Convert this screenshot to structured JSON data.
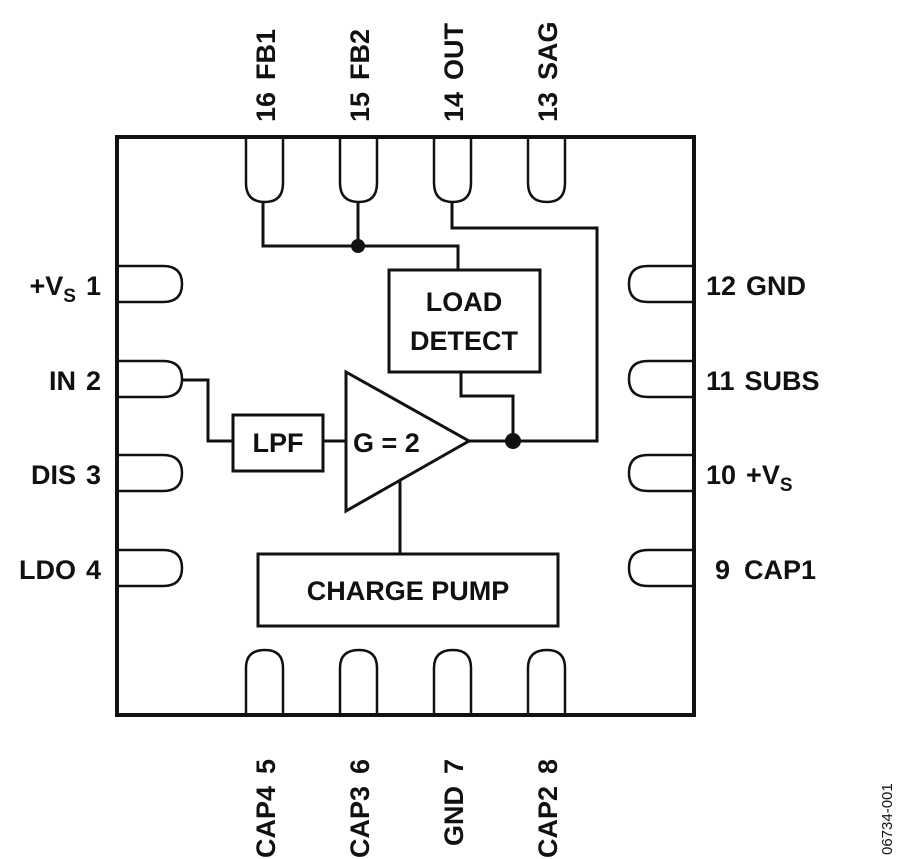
{
  "figure_id": "06734-001",
  "pins": {
    "left": [
      {
        "number": "1",
        "name": "+V",
        "subscript": "S"
      },
      {
        "number": "2",
        "name": "IN",
        "subscript": ""
      },
      {
        "number": "3",
        "name": "DIS",
        "subscript": ""
      },
      {
        "number": "4",
        "name": "LDO",
        "subscript": ""
      }
    ],
    "bottom": [
      {
        "number": "5",
        "name": "CAP4"
      },
      {
        "number": "6",
        "name": "CAP3"
      },
      {
        "number": "7",
        "name": "GND"
      },
      {
        "number": "8",
        "name": "CAP2"
      }
    ],
    "right": [
      {
        "number": "9",
        "name": "CAP1",
        "subscript": ""
      },
      {
        "number": "10",
        "name": "+V",
        "subscript": "S"
      },
      {
        "number": "11",
        "name": "SUBS",
        "subscript": ""
      },
      {
        "number": "12",
        "name": "GND",
        "subscript": ""
      }
    ],
    "top": [
      {
        "number": "13",
        "name": "SAG"
      },
      {
        "number": "14",
        "name": "OUT"
      },
      {
        "number": "15",
        "name": "FB2"
      },
      {
        "number": "16",
        "name": "FB1"
      }
    ]
  },
  "blocks": {
    "lpf": "LPF",
    "amplifier": "G = 2",
    "load_detect_line1": "LOAD",
    "load_detect_line2": "DETECT",
    "charge_pump": "CHARGE PUMP"
  }
}
